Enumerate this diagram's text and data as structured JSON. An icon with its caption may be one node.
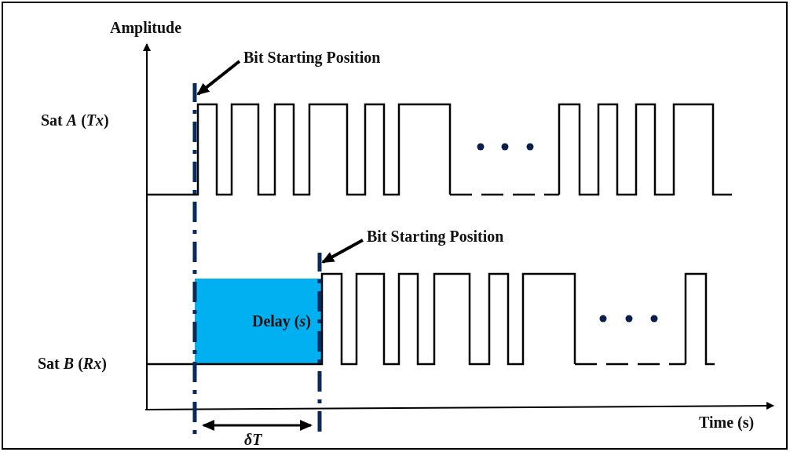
{
  "diagram": {
    "nodes": [
      {
        "text": [
          "Bit Starting Position"
        ]
      },
      {
        "text": [
          "Bit Starting Position"
        ]
      },
      {
        "text": [
          "Delay (*s*)"
        ]
      },
      {
        "text": [],
        "shape": "bar"
      },
      {
        "text": [],
        "shape": "bar"
      }
    ],
    "edges": [
      {
        "from": 0,
        "to": 3,
        "arrow": "to"
      },
      {
        "from": 1,
        "to": 4,
        "arrow": "to"
      }
    ],
    "labels": [
      "Amplitude",
      "Sat *A*  (*Tx*)",
      "Sat *B* (*Rx*)",
      "δT",
      "Time (s)"
    ]
  }
}
